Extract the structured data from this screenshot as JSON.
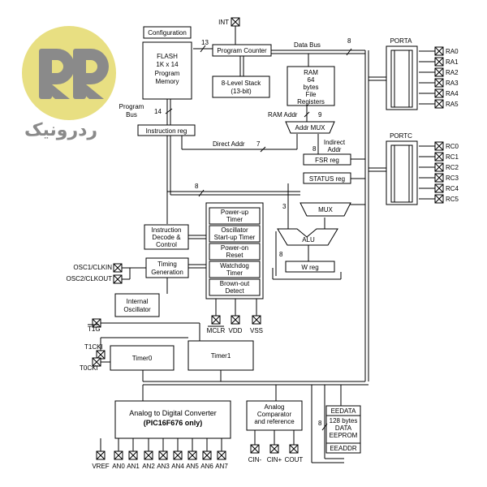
{
  "logo": {
    "brand_text": "ردرونیک",
    "badge_color": "#e8df82",
    "glyph_color": "#8a8a8a"
  },
  "blocks": {
    "configuration": "Configuration",
    "flash": [
      "FLASH",
      "1K x 14",
      "Program",
      "Memory"
    ],
    "program_counter": "Program Counter",
    "stack": [
      "8-Level Stack",
      "(13-bit)"
    ],
    "ram": [
      "RAM",
      "64",
      "bytes",
      "File",
      "Registers"
    ],
    "addr_mux": "Addr MUX",
    "instruction_reg": "Instruction reg",
    "fsr_reg": "FSR reg",
    "status_reg": "STATUS reg",
    "mux": "MUX",
    "alu": "ALU",
    "w_reg": "W reg",
    "instruction_decode": [
      "Instruction",
      "Decode &",
      "Control"
    ],
    "timing_generation": [
      "Timing",
      "Generation"
    ],
    "internal_oscillator": [
      "Internal",
      "Oscillator"
    ],
    "reset_block": [
      "Power-up",
      "Timer",
      "Oscillator",
      "Start-up Timer",
      "Power-on",
      "Reset",
      "Watchdog",
      "Timer",
      "Brown-out",
      "Detect"
    ],
    "timer0": "Timer0",
    "timer1": "Timer1",
    "adc": [
      "Analog to Digital Converter",
      "(PIC16F676 only)"
    ],
    "comparator": [
      "Analog",
      "Comparator",
      "and reference"
    ],
    "eeprom": [
      "EEDATA",
      "128 bytes",
      "DATA",
      "EEPROM",
      "EEADDR"
    ],
    "porta": "PORTA",
    "portc": "PORTC"
  },
  "labels": {
    "int": "INT",
    "data_bus": "Data Bus",
    "program_bus": [
      "Program",
      "Bus"
    ],
    "ram_addr": "RAM Addr",
    "direct_addr": "Direct Addr",
    "indirect_addr": [
      "Indirect",
      "Addr"
    ],
    "osc1": "OSC1/CLKIN",
    "osc2": "OSC2/CLKOUT",
    "t1g": "T1G",
    "t1cki": "T1CKI",
    "t0cki": "T0CKI",
    "mclr": "MCLR",
    "vdd": "VDD",
    "vss": "VSS",
    "vref": "VREF",
    "cin_minus": "CIN-",
    "cin_plus": "CIN+",
    "cout": "COUT",
    "bus_13": "13",
    "bus_8a": "8",
    "bus_14": "14",
    "bus_9": "9",
    "bus_7": "7",
    "bus_8b": "8",
    "bus_8c": "8",
    "bus_3": "3",
    "bus_8d": "8",
    "bus_8e": "8"
  },
  "porta_pins": [
    "RA0",
    "RA1",
    "RA2",
    "RA3",
    "RA4",
    "RA5"
  ],
  "portc_pins": [
    "RC0",
    "RC1",
    "RC2",
    "RC3",
    "RC4",
    "RC5"
  ],
  "analog_pins": [
    "AN0",
    "AN1",
    "AN2",
    "AN3",
    "AN4",
    "AN5",
    "AN6",
    "AN7"
  ]
}
